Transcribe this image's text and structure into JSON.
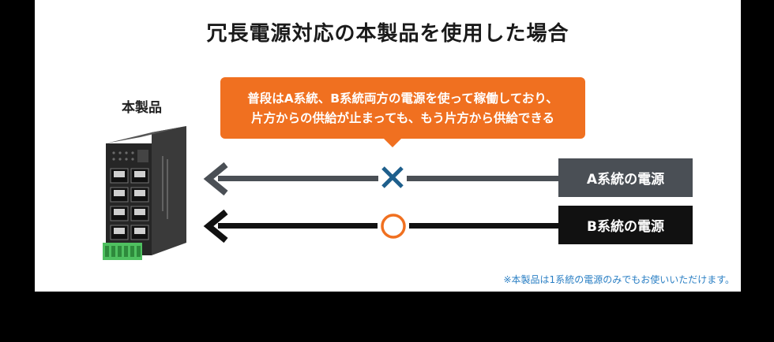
{
  "title": "冗長電源対応の本製品を使用した場合",
  "product_label": "本製品",
  "bubble": {
    "line1": "普段はA系統、B系統両方の電源を使って稼働しており、",
    "line2": "片方からの供給が止まっても、もう片方から供給できる"
  },
  "sources": [
    {
      "label": "A系統の電源",
      "status": "stopped",
      "mark": "x-icon"
    },
    {
      "label": "B系統の電源",
      "status": "active",
      "mark": "circle-icon"
    }
  ],
  "colors": {
    "panel_bg": "#ffffff",
    "page_bg": "#000000",
    "bubble": "#f07020",
    "source_a": "#4a4f55",
    "source_b": "#111111",
    "x_mark": "#1e5f8c",
    "o_mark": "#f07020",
    "note": "#2a7fc4"
  },
  "note": "※本製品は1系統の電源のみでもお使いいただけます。"
}
